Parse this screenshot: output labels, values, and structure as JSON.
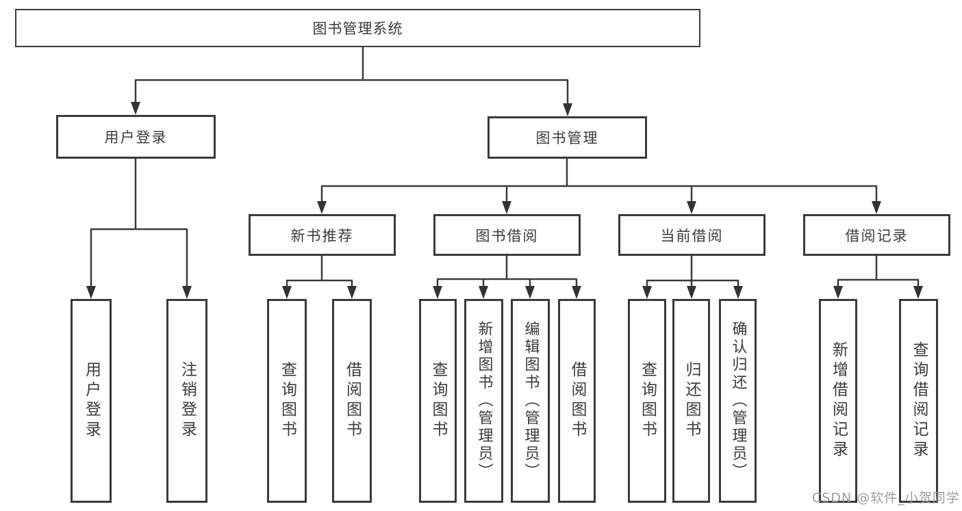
{
  "diagram": {
    "watermark": "CSDN @软件_小贺同学",
    "colors": {
      "line": "#3a3a3a",
      "box_border": "#3a3a3a",
      "text": "#3b3b3b",
      "background": "#ffffff",
      "watermark": "#9d9d9d"
    },
    "tree": {
      "label": "图书管理系统",
      "children": [
        {
          "label": "用户登录",
          "children": [
            {
              "label": "用户登录"
            },
            {
              "label": "注销登录"
            }
          ]
        },
        {
          "label": "图书管理",
          "children": [
            {
              "label": "新书推荐",
              "children": [
                {
                  "label": "查询图书"
                },
                {
                  "label": "借阅图书"
                }
              ]
            },
            {
              "label": "图书借阅",
              "children": [
                {
                  "label": "查询图书"
                },
                {
                  "label": "新增图书（管理员）"
                },
                {
                  "label": "编辑图书（管理员）"
                },
                {
                  "label": "借阅图书"
                }
              ]
            },
            {
              "label": "当前借阅",
              "children": [
                {
                  "label": "查询图书"
                },
                {
                  "label": "归还图书"
                },
                {
                  "label": "确认归还（管理员）"
                }
              ]
            },
            {
              "label": "借阅记录",
              "children": [
                {
                  "label": "新增借阅记录"
                },
                {
                  "label": "查询借阅记录"
                }
              ]
            }
          ]
        }
      ]
    }
  }
}
